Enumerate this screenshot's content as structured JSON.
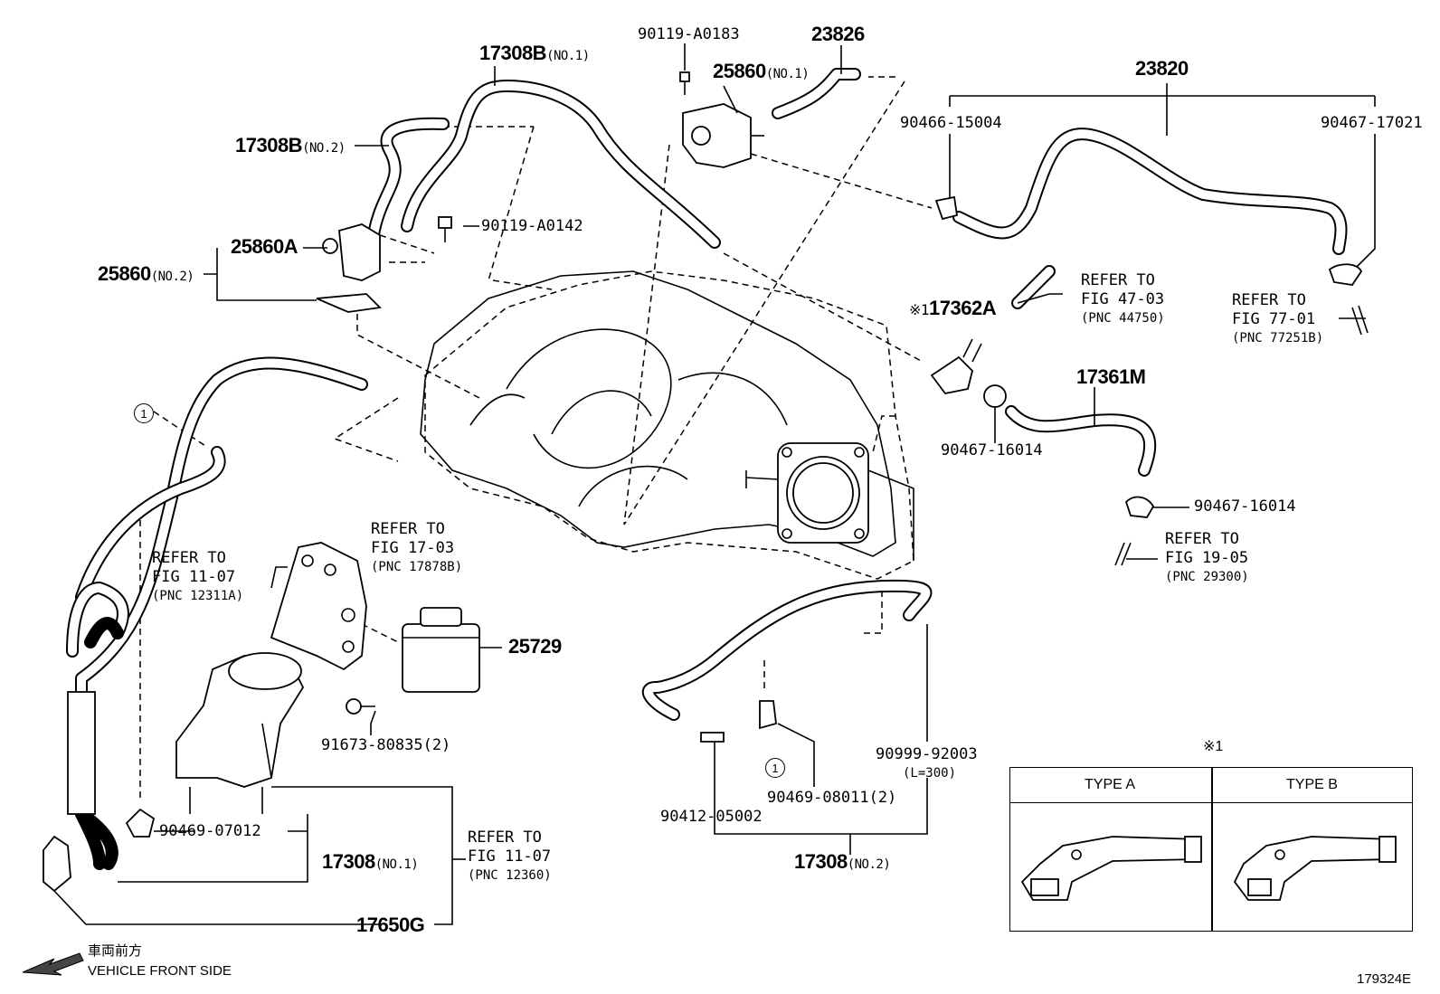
{
  "labels": {
    "p17308b_no1": "17308B",
    "p17308b_no1_sfx": "(NO.1)",
    "p17308b_no2": "17308B",
    "p17308b_no2_sfx": "(NO.2)",
    "p90119_a0183": "90119-A0183",
    "p23826": "23826",
    "p25860_no1": "25860",
    "p25860_no1_sfx": "(NO.1)",
    "p23820": "23820",
    "p90466_15004": "90466-15004",
    "p90467_17021": "90467-17021",
    "p90119_a0142": "90119-A0142",
    "p25860a": "25860A",
    "p25860_no2": "25860",
    "p25860_no2_sfx": "(NO.2)",
    "p17362a_mark": "※1",
    "p17362a": "17362A",
    "p17361m": "17361M",
    "p90467_16014_a": "90467-16014",
    "p90467_16014_b": "90467-16014",
    "p25729": "25729",
    "p91673": "91673-80835(2)",
    "p90469_07012": "90469-07012",
    "p17308_no1": "17308",
    "p17308_no1_sfx": "(NO.1)",
    "p17650g": "17650G",
    "p90999": "90999-92003",
    "p90999_sfx": "(L=300)",
    "p90469_08011": "90469-08011(2)",
    "p90412": "90412-05002",
    "p17308_no2": "17308",
    "p17308_no2_sfx": "(NO.2)",
    "circle_1a": "1",
    "circle_1b": "1",
    "type_mark": "※1"
  },
  "refs": {
    "r4703": {
      "l1": "REFER TO",
      "l2": "FIG 47-03",
      "l3": "(PNC 44750)"
    },
    "r7701": {
      "l1": "REFER TO",
      "l2": "FIG 77-01",
      "l3": "(PNC 77251B)"
    },
    "r1703": {
      "l1": "REFER TO",
      "l2": "FIG 17-03",
      "l3": "(PNC 17878B)"
    },
    "r1107a": {
      "l1": "REFER TO",
      "l2": "FIG 11-07",
      "l3": "(PNC 12311A)"
    },
    "r1905": {
      "l1": "REFER TO",
      "l2": "FIG 19-05",
      "l3": "(PNC 29300)"
    },
    "r1107b": {
      "l1": "REFER TO",
      "l2": "FIG 11-07",
      "l3": "(PNC 12360)"
    }
  },
  "type_table": {
    "type_a": "TYPE A",
    "type_b": "TYPE B"
  },
  "footer": {
    "jp": "車両前方",
    "en": "VEHICLE FRONT SIDE",
    "code": "179324E"
  }
}
